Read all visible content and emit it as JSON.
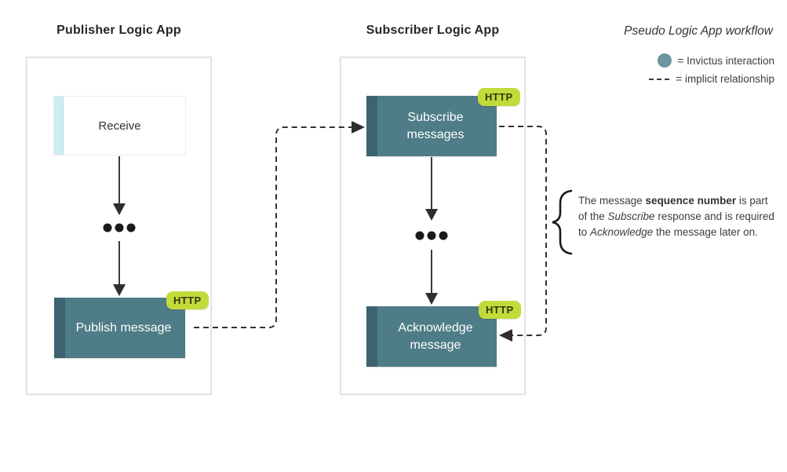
{
  "header": {
    "publisher_title": "Publisher Logic App",
    "subscriber_title": "Subscriber Logic App",
    "workflow_caption": "Pseudo Logic App workflow"
  },
  "legend": {
    "invictus_label": "= Invictus interaction",
    "implicit_label": "= implicit relationship"
  },
  "publisher": {
    "receive_label": "Receive",
    "publish_label": "Publish message",
    "publish_badge": "HTTP"
  },
  "subscriber": {
    "subscribe_label": "Subscribe messages",
    "subscribe_badge": "HTTP",
    "acknowledge_label": "Acknowledge message",
    "acknowledge_badge": "HTTP"
  },
  "annotation": {
    "part1": "The message ",
    "bold1": "sequence number",
    "part2": " is part of the ",
    "italic1": "Subscribe",
    "part3": " response and is required to ",
    "italic2": "Acknowledge",
    "part4": " the message later on."
  },
  "colors": {
    "action_teal": "#4e7c87",
    "action_teal_dark": "#3d6370",
    "badge_green": "#c3da3b",
    "receive_stripe_cyan": "#cdeef3",
    "legend_circle_teal": "#6c96a1",
    "panel_border": "#e4e4e4",
    "connector_dark": "#333333"
  }
}
